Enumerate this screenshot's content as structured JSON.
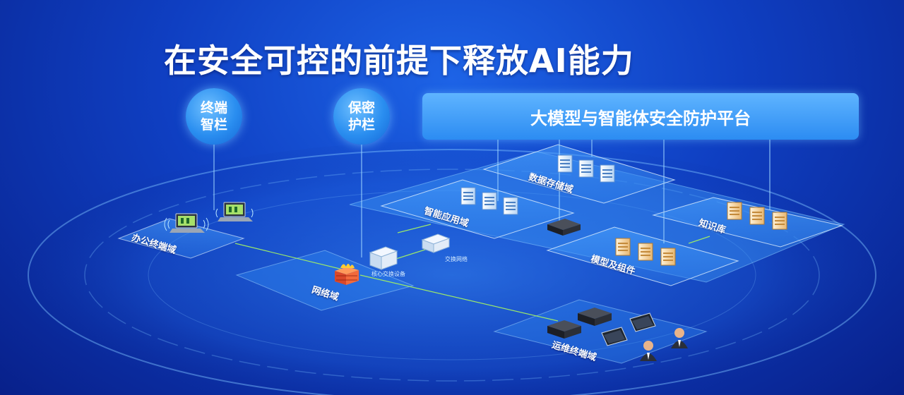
{
  "title": "在安全可控的前提下释放AI能力",
  "badges": {
    "terminal": {
      "line1": "终端",
      "line2": "智栏"
    },
    "secrecy": {
      "line1": "保密",
      "line2": "护栏"
    }
  },
  "banner": {
    "label": "大模型与智能体安全防护平台"
  },
  "zones": {
    "data_storage": "数据存储域",
    "smart_app": "智能应用域",
    "knowledge": "知识库",
    "model": "模型及组件",
    "office": "办公终端域",
    "network": "网络域",
    "ops": "运维终端域"
  },
  "devices": {
    "core_switch": "核心交换设备",
    "access_switch": "交换网络"
  },
  "colors": {
    "background": "#0f3fc2",
    "banner": "#3a9af5",
    "badge": "#2a8ef0",
    "link_line": "#9be86a",
    "zone_fill": "#2f86f0"
  },
  "icons": [
    "server-icon",
    "laptop-icon",
    "firewall-icon",
    "switch-icon",
    "person-icon",
    "monitor-icon"
  ]
}
